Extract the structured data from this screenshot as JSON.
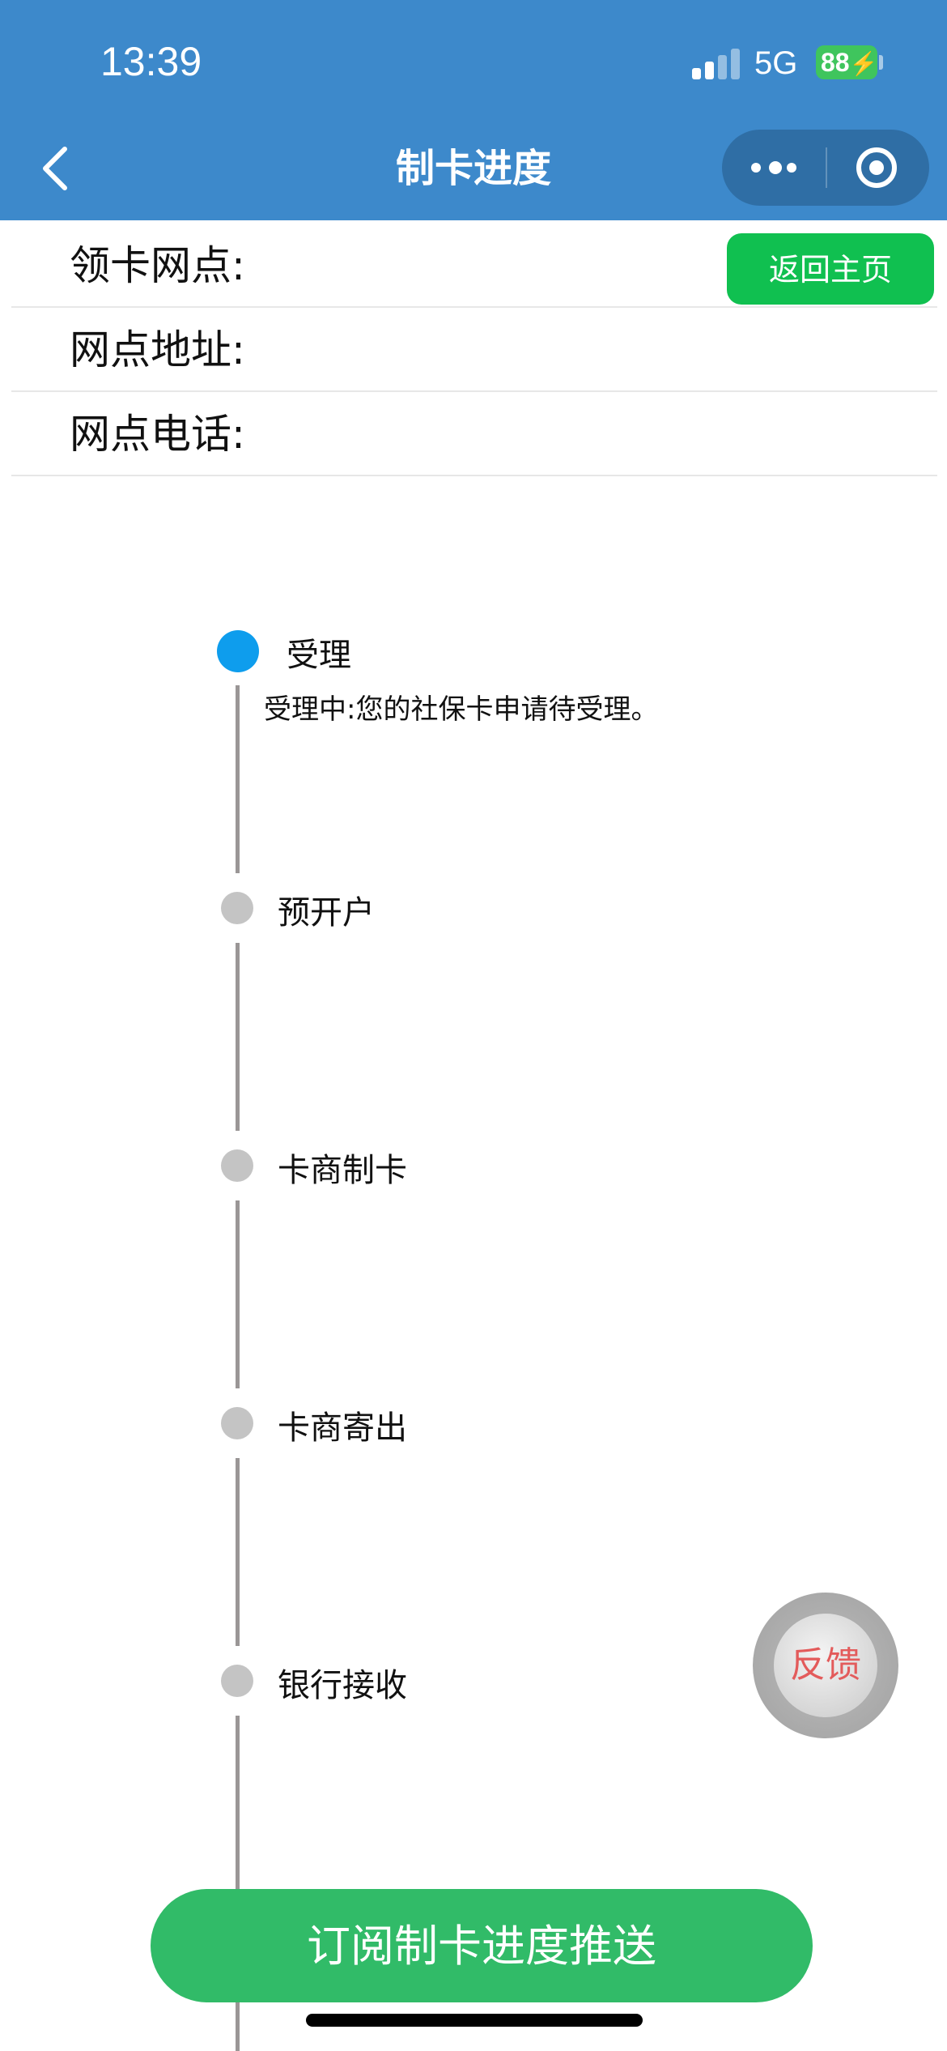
{
  "status_bar": {
    "time": "13:39",
    "network": "5G",
    "battery": "88"
  },
  "nav": {
    "title": "制卡进度"
  },
  "info": {
    "pickup_label": "领卡网点:",
    "address_label": "网点地址:",
    "phone_label": "网点电话:",
    "home_button": "返回主页"
  },
  "timeline": [
    {
      "title": "受理",
      "desc": "受理中:您的社保卡申请待受理。",
      "state": "active"
    },
    {
      "title": "预开户",
      "state": "pending"
    },
    {
      "title": "卡商制卡",
      "state": "pending"
    },
    {
      "title": "卡商寄出",
      "state": "pending"
    },
    {
      "title": "银行接收",
      "state": "pending"
    }
  ],
  "feedback_label": "反馈",
  "subscribe_button": "订阅制卡进度推送",
  "colors": {
    "header": "#3d89cb",
    "active_dot": "#0e9ded",
    "pending_dot": "#c4c4c4",
    "primary_green": "#31bb68"
  }
}
